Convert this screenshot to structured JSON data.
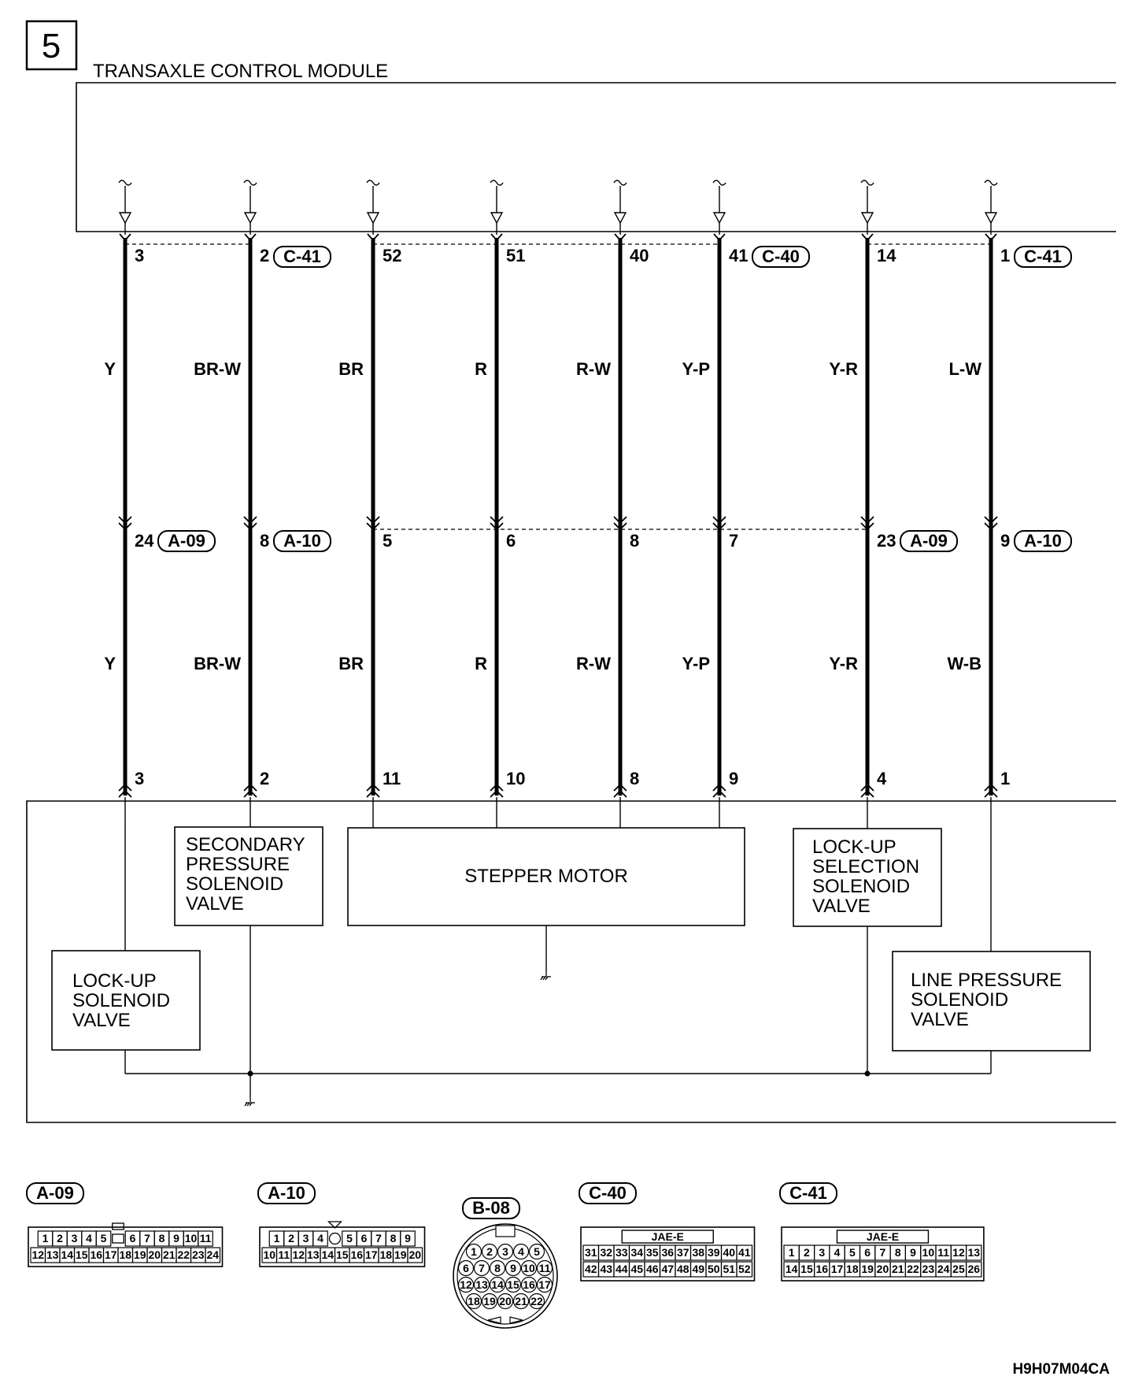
{
  "page_number": "5",
  "module_title": "TRANSAXLE CONTROL MODULE",
  "wires": [
    {
      "top_pin": "3",
      "top_conn": "",
      "upper_color": "Y",
      "mid_pin": "24",
      "mid_conn": "A-09",
      "lower_color": "Y",
      "bottom_pin": "3"
    },
    {
      "top_pin": "2",
      "top_conn": "C-41",
      "upper_color": "BR-W",
      "mid_pin": "8",
      "mid_conn": "A-10",
      "lower_color": "BR-W",
      "bottom_pin": "2"
    },
    {
      "top_pin": "52",
      "top_conn": "",
      "upper_color": "BR",
      "mid_pin": "5",
      "mid_conn": "",
      "lower_color": "BR",
      "bottom_pin": "11"
    },
    {
      "top_pin": "51",
      "top_conn": "",
      "upper_color": "R",
      "mid_pin": "6",
      "mid_conn": "",
      "lower_color": "R",
      "bottom_pin": "10"
    },
    {
      "top_pin": "40",
      "top_conn": "",
      "upper_color": "R-W",
      "mid_pin": "8",
      "mid_conn": "",
      "lower_color": "R-W",
      "bottom_pin": "8"
    },
    {
      "top_pin": "41",
      "top_conn": "C-40",
      "upper_color": "Y-P",
      "mid_pin": "7",
      "mid_conn": "",
      "lower_color": "Y-P",
      "bottom_pin": "9"
    },
    {
      "top_pin": "14",
      "top_conn": "",
      "upper_color": "Y-R",
      "mid_pin": "23",
      "mid_conn": "A-09",
      "lower_color": "Y-R",
      "bottom_pin": "4"
    },
    {
      "top_pin": "1",
      "top_conn": "C-41",
      "upper_color": "L-W",
      "mid_pin": "9",
      "mid_conn": "A-10",
      "lower_color": "W-B",
      "bottom_pin": "1"
    }
  ],
  "components": {
    "secondary_pressure": [
      "SECONDARY",
      "PRESSURE",
      "SOLENOID",
      "VALVE"
    ],
    "stepper_motor": "STEPPER MOTOR",
    "lockup_selection": [
      "LOCK-UP",
      "SELECTION",
      "SOLENOID",
      "VALVE"
    ],
    "lockup_solenoid": [
      "LOCK-UP",
      "SOLENOID",
      "VALVE"
    ],
    "line_pressure": [
      "LINE PRESSURE",
      "SOLENOID",
      "VALVE"
    ]
  },
  "connectors": [
    {
      "id": "A-09",
      "type": "rect",
      "header": "",
      "row1": [
        "1",
        "2",
        "3",
        "4",
        "5",
        "",
        "6",
        "7",
        "8",
        "9",
        "10",
        "11"
      ],
      "row2": [
        "12",
        "13",
        "14",
        "15",
        "16",
        "17",
        "18",
        "19",
        "20",
        "21",
        "22",
        "23",
        "24"
      ]
    },
    {
      "id": "A-10",
      "type": "rect",
      "header": "",
      "row1": [
        "1",
        "2",
        "3",
        "4",
        "",
        "5",
        "6",
        "7",
        "8",
        "9"
      ],
      "row2": [
        "10",
        "11",
        "12",
        "13",
        "14",
        "15",
        "16",
        "17",
        "18",
        "19",
        "20"
      ]
    },
    {
      "id": "B-08",
      "type": "round",
      "header": "",
      "rows": [
        [
          "1",
          "2",
          "3",
          "4",
          "5"
        ],
        [
          "6",
          "7",
          "8",
          "9",
          "10",
          "11"
        ],
        [
          "12",
          "13",
          "14",
          "15",
          "16",
          "17"
        ],
        [
          "18",
          "19",
          "20",
          "21",
          "22"
        ]
      ]
    },
    {
      "id": "C-40",
      "type": "rect",
      "header": "JAE-E",
      "row1": [
        "31",
        "32",
        "33",
        "34",
        "35",
        "36",
        "37",
        "38",
        "39",
        "40",
        "41"
      ],
      "row2": [
        "42",
        "43",
        "44",
        "45",
        "46",
        "47",
        "48",
        "49",
        "50",
        "51",
        "52"
      ]
    },
    {
      "id": "C-41",
      "type": "rect",
      "header": "JAE-E",
      "row1": [
        "1",
        "2",
        "3",
        "4",
        "5",
        "6",
        "7",
        "8",
        "9",
        "10",
        "11",
        "12",
        "13"
      ],
      "row2": [
        "14",
        "15",
        "16",
        "17",
        "18",
        "19",
        "20",
        "21",
        "22",
        "23",
        "24",
        "25",
        "26"
      ]
    }
  ],
  "diagram_code": "H9H07M04CA"
}
